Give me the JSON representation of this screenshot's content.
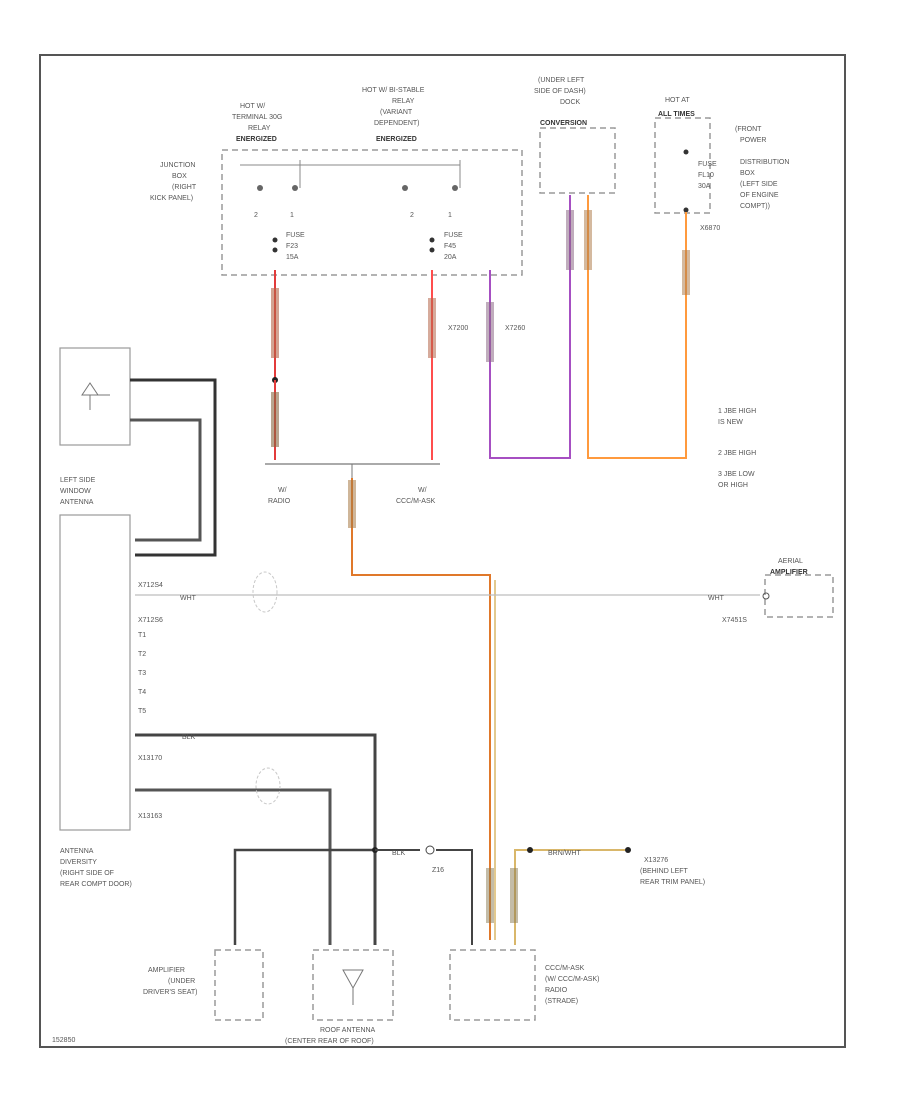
{
  "junction_box_label": [
    "JUNCTION",
    "BOX",
    "(RIGHT",
    "KICK PANEL)"
  ],
  "relay_left_label": [
    "HOT W/",
    "TERMINAL 30G",
    "RELAY",
    "ENERGIZED"
  ],
  "relay_right_label": [
    "HOT W/ BI-STABLE",
    "RELAY",
    "(VARIANT",
    "DEPENDENT)",
    "ENERGIZED"
  ],
  "left_dash_label": [
    "(UNDER LEFT",
    "SIDE OF DASH)",
    "DOCK",
    "CONVERSION"
  ],
  "hot_at_label": [
    "HOT AT",
    "ALL TIMES"
  ],
  "front_pdb_label": [
    "(FRONT",
    "POWER",
    "DISTRIBUTION",
    "BOX",
    "(LEFT SIDE",
    "OF ENGINE",
    "COMPT))"
  ],
  "fuse_left": [
    "FUSE",
    "F23",
    "15A"
  ],
  "fuse_right": [
    "FUSE",
    "F45",
    "20A"
  ],
  "fuse_pdb": [
    "FUSE",
    "FL10",
    "30A"
  ],
  "pin_numbers": [
    "2",
    "1",
    "2",
    "1"
  ],
  "wire_ids": [
    "X7200",
    "X7260",
    "X6870"
  ],
  "notes": [
    "1  JBE HIGH",
    "   IS NEW",
    "2  JBE HIGH",
    "3  JBE LOW",
    "   OR HIGH"
  ],
  "splice_left_label": [
    "W/",
    "RADIO"
  ],
  "splice_right_label": [
    "W/",
    "CCC/M-ASK"
  ],
  "window_antenna_label": [
    "LEFT SIDE",
    "WINDOW",
    "ANTENNA"
  ],
  "antenna_diversity_label": [
    "ANTENNA",
    "DIVERSITY",
    "(RIGHT SIDE OF",
    "REAR COMPT DOOR)"
  ],
  "diversity_pins": [
    "X712S4",
    "X712S6",
    "T1",
    "T2",
    "T3",
    "T4",
    "T5",
    "X13170",
    "X13163"
  ],
  "wire_colors": [
    "BLK",
    "WHT",
    "WHT",
    "BLK",
    "BLK",
    "BRN/WHT"
  ],
  "aerial_label": [
    "AERIAL",
    "AMPLIFIER"
  ],
  "aerial_connector": "X7451S",
  "ground_label": [
    "X13276",
    "(BEHIND LEFT",
    "REAR TRIM PANEL)"
  ],
  "splice_z16": "Z16",
  "amplifier_label": [
    "AMPLIFIER",
    "(UNDER",
    "DRIVER'S SEAT)"
  ],
  "roof_antenna_label": [
    "ROOF ANTENNA",
    "(CENTER REAR OF ROOF)"
  ],
  "radio_label": [
    "CCC/M-ASK",
    "(W/ CCC/M-ASK)",
    "RADIO",
    "(STRADE)"
  ],
  "figure_id": "152850"
}
